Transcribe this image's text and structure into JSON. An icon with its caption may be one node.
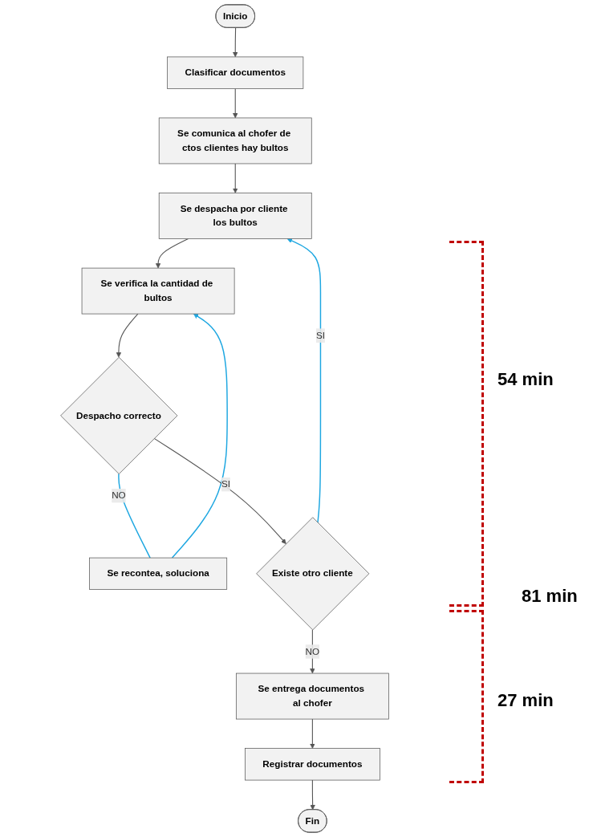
{
  "diagram": {
    "nodes": [
      {
        "text": [
          "Inicio"
        ]
      },
      {
        "text": [
          "Clasificar documentos"
        ]
      },
      {
        "text": [
          "Se comunica al chofer de ctos clientes hay bultos"
        ]
      },
      {
        "text": [
          "Se despacha por cliente los bultos"
        ]
      },
      {
        "text": [
          "Se verifica la cantidad de bultos"
        ]
      },
      {
        "text": [
          "Despacho correcto"
        ]
      },
      {
        "text": [
          "Se recontea, soluciona"
        ]
      },
      {
        "text": [
          "Existe otro cliente"
        ]
      },
      {
        "text": [
          "Se entrega documentos al chofer"
        ]
      },
      {
        "text": [
          "Registrar documentos"
        ]
      },
      {
        "text": [
          "Fin"
        ]
      }
    ],
    "edges": [
      {
        "from": 0,
        "to": 1,
        "arrow": "to"
      },
      {
        "from": 1,
        "to": 2,
        "arrow": "to"
      },
      {
        "from": 2,
        "to": 3,
        "arrow": "to"
      },
      {
        "from": 3,
        "to": 4,
        "arrow": "to"
      },
      {
        "from": 4,
        "to": 5,
        "arrow": "to"
      },
      {
        "from": 5,
        "to": 6,
        "arrow": "none",
        "label": "NO",
        "color": "#1ea7e1"
      },
      {
        "from": 6,
        "to": 4,
        "arrow": "to",
        "color": "#1ea7e1"
      },
      {
        "from": 5,
        "to": 7,
        "arrow": "to",
        "label": "SI"
      },
      {
        "from": 7,
        "to": 3,
        "arrow": "to",
        "label": "SI",
        "color": "#1ea7e1"
      },
      {
        "from": 7,
        "to": 8,
        "arrow": "to",
        "label": "NO"
      },
      {
        "from": 8,
        "to": 9,
        "arrow": "to"
      },
      {
        "from": 9,
        "to": 10,
        "arrow": "to"
      }
    ],
    "labels": [
      "54 min",
      "81 min",
      "27 min"
    ]
  }
}
